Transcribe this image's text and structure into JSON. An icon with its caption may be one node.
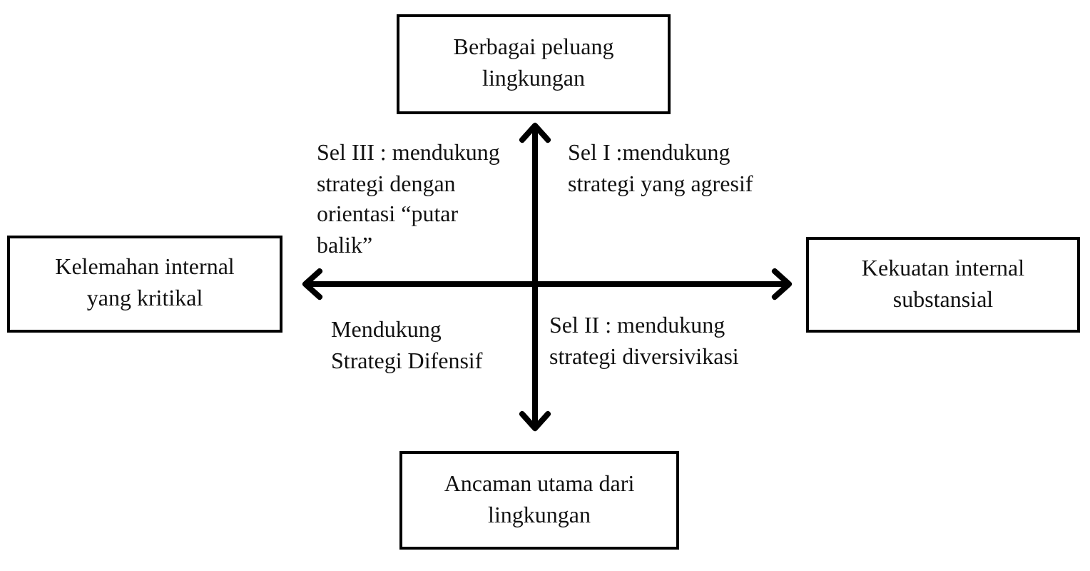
{
  "diagram": {
    "nodes": [
      {
        "text": [
          "Berbagai peluang lingkungan"
        ]
      },
      {
        "text": [
          "Kelemahan internal yang kritikal"
        ]
      },
      {
        "text": [
          "Kekuatan internal substansial"
        ]
      },
      {
        "text": [
          "Ancaman utama dari lingkungan"
        ]
      }
    ],
    "edges": [
      {
        "from": 0,
        "to": 3,
        "arrow": "both"
      },
      {
        "from": 1,
        "to": 2,
        "arrow": "both"
      }
    ],
    "labels": [
      "Sel III : mendukung strategi dengan orientasi “putar balik”",
      "Sel I :mendukung strategi yang agresif",
      "Mendukung Strategi Difensif",
      "Sel II : mendukung strategi diversivikasi"
    ]
  }
}
